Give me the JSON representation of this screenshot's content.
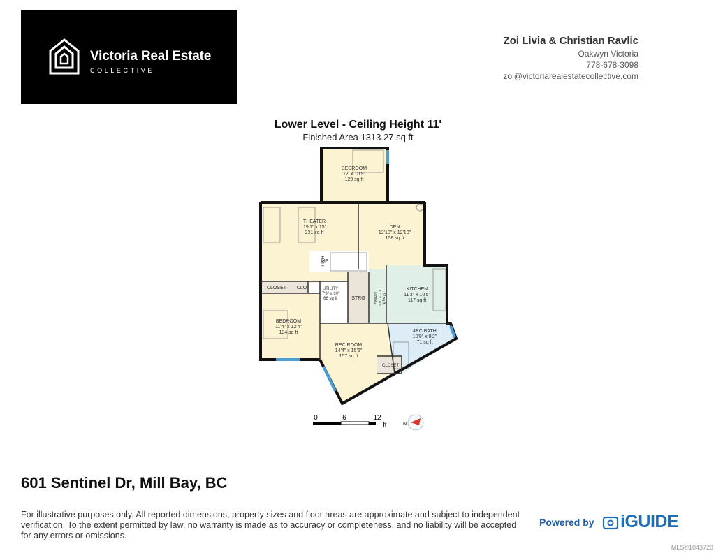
{
  "brand": {
    "name": "Victoria Real Estate",
    "subtitle": "COLLECTIVE"
  },
  "agent": {
    "name": "Zoi Livia & Christian Ravlic",
    "office": "Oakwyn Victoria",
    "phone": "778-678-3098",
    "email": "zoi@victoriarealestatecollective.com"
  },
  "plan": {
    "title": "Lower Level - Ceiling Height 11'",
    "finished_area": "Finished Area 1313.27 sq ft",
    "rooms": {
      "bedroom_top": {
        "name": "BEDROOM",
        "dims": "12' x 10'9\"",
        "area": "129 sq ft"
      },
      "theater": {
        "name": "THEATER",
        "dims": "19'1\" x 15'",
        "area": "231 sq ft"
      },
      "den": {
        "name": "DEN",
        "dims": "12'10\" x 12'10\"",
        "area": "158 sq ft"
      },
      "hall": {
        "name": "HALL"
      },
      "up": {
        "name": "UP"
      },
      "closet_left": {
        "name": "CLOSET"
      },
      "clo": {
        "name": "CLO"
      },
      "utility": {
        "name": "UTILITY",
        "dims": "7'3\" x 10'",
        "area": "66 sq ft"
      },
      "strg": {
        "name": "STRG"
      },
      "dining": {
        "name": "DINING",
        "dims": "3'7\" x 10'5\"",
        "area": "37 sq ft"
      },
      "kitchen": {
        "name": "KITCHEN",
        "dims": "11'3\" x 10'5\"",
        "area": "117 sq ft"
      },
      "bedroom_left": {
        "name": "BEDROOM",
        "dims": "11'4\" x 12'4\"",
        "area": "134 sq ft"
      },
      "bath": {
        "name": "4PC BATH",
        "dims": "10'9\" x 9'2\"",
        "area": "71 sq ft"
      },
      "rec": {
        "name": "REC ROOM",
        "dims": "14'4\" x 15'6\"",
        "area": "157 sq ft"
      },
      "closet_bottom": {
        "name": "CLOSET"
      }
    }
  },
  "scale": {
    "ticks": [
      "0",
      "6",
      "12"
    ],
    "unit": "ft",
    "north": "N"
  },
  "address": "601 Sentinel Dr, Mill Bay, BC",
  "disclaimer": "For illustrative purposes only. All reported dimensions, property sizes and floor areas are approximate and subject to independent verification. To the extent permitted by law, no warranty is made as to accuracy or completeness, and no liability will be accepted for any errors or omissions.",
  "powered_by": {
    "label": "Powered by",
    "product": "iGUIDE"
  },
  "mls": "MLS®1043728",
  "colors": {
    "room_fill": "#fbf3d2",
    "kitchen_fill": "#e1f0e6",
    "bath_fill": "#dcedf7",
    "utility_fill": "#ffffff",
    "strg_fill": "#ebe4d8",
    "wall": "#111111",
    "window": "#4a9fd6",
    "iguide_blue": "#1d6fb8"
  }
}
